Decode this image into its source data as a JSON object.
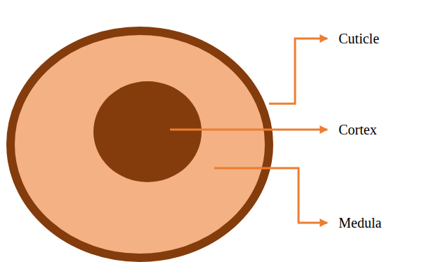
{
  "diagram": {
    "labels": [
      "Cuticle",
      "Cortex",
      "Medula"
    ]
  }
}
